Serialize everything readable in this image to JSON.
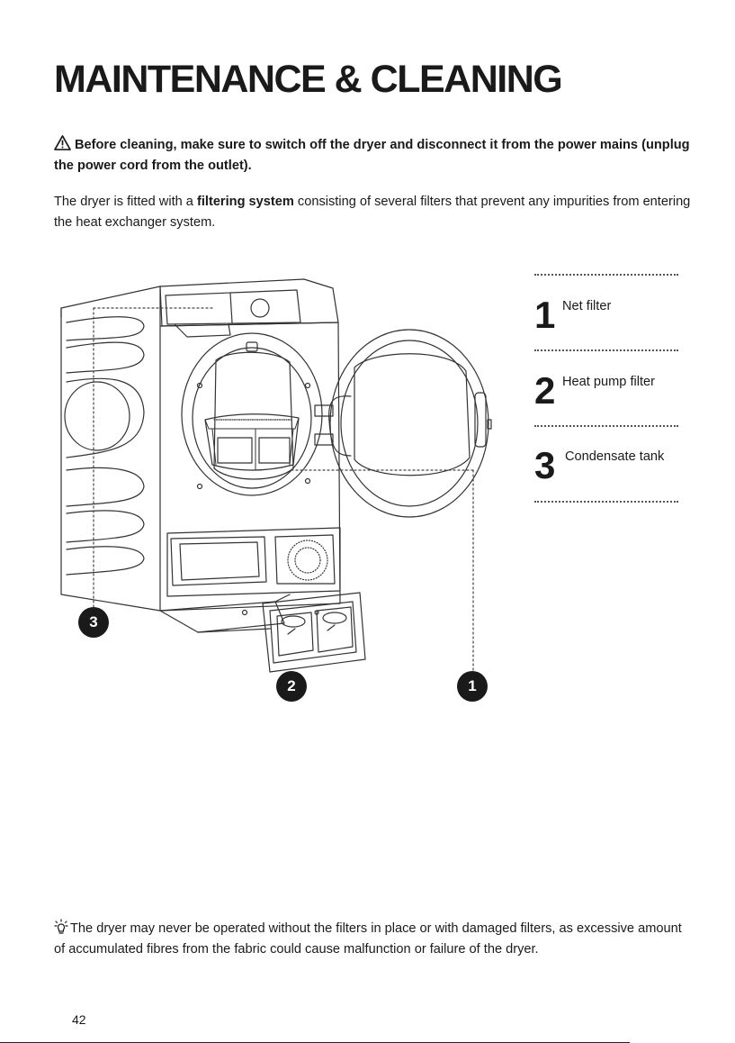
{
  "page": {
    "title": "MAINTENANCE & CLEANING",
    "warning": {
      "icon": "warning-triangle-icon",
      "text": "Before cleaning, make sure to switch off the dryer and disconnect it from the power mains (unplug the power cord from the outlet)."
    },
    "intro": {
      "before": "The dryer is fitted with a ",
      "emphasis": "filtering system",
      "after": " consisting of several filters that prevent any impurities from entering the heat exchanger system."
    },
    "legend": [
      {
        "number": "1",
        "label": "Net filter"
      },
      {
        "number": "2",
        "label": "Heat pump filter"
      },
      {
        "number": "3",
        "label": "Condensate tank"
      }
    ],
    "callouts": [
      "1",
      "2",
      "3"
    ],
    "note": {
      "icon": "lightbulb-icon",
      "text": "The dryer may never be operated without the filters in place or with damaged filters, as excessive amount of accumulated fibres from the fabric could cause malfunction or failure of the dryer."
    },
    "page_number": "42"
  }
}
